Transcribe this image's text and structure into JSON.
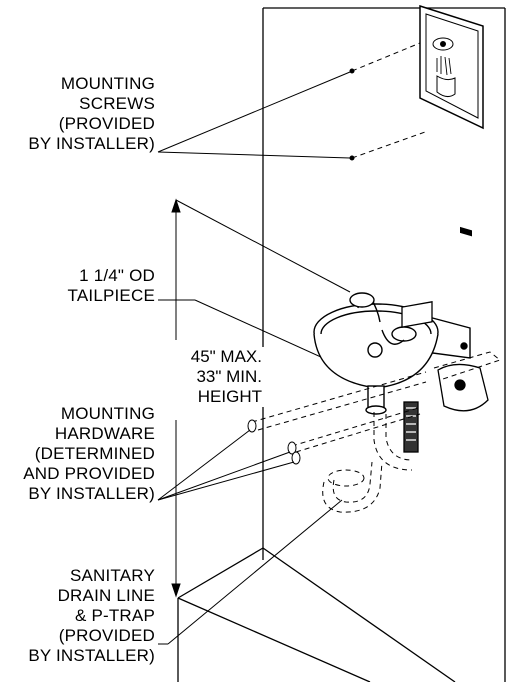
{
  "callouts": {
    "mounting_screws": "MOUNTING\nSCREWS\n(PROVIDED\nBY INSTALLER)",
    "tailpiece": "1 1/4\" OD\nTAILPIECE",
    "mounting_hardware": "MOUNTING\nHARDWARE\n(DETERMINED\nAND PROVIDED\nBY INSTALLER)",
    "drain_line": "SANITARY\nDRAIN LINE\n& P-TRAP\n(PROVIDED\nBY INSTALLER)"
  },
  "height_dimension": "45\" MAX.\n33\" MIN.\nHEIGHT"
}
